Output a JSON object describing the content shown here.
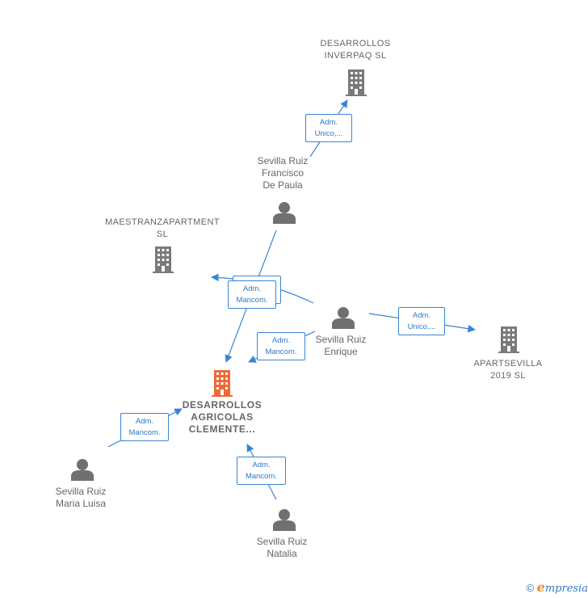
{
  "nodes": {
    "desarrollos_inverpaq": {
      "type": "company",
      "lines": [
        "DESARROLLOS",
        "INVERPAQ SL"
      ]
    },
    "maestranzapartment": {
      "type": "company",
      "lines": [
        "MAESTRANZAPARTMENT",
        "SL"
      ]
    },
    "apartsevilla": {
      "type": "company",
      "lines": [
        "APARTSEVILLA",
        "2019 SL"
      ]
    },
    "desarrollos_agricolas": {
      "type": "company-main",
      "lines": [
        "DESARROLLOS",
        "AGRICOLAS",
        "CLEMENTE..."
      ]
    },
    "francisco": {
      "type": "person",
      "lines": [
        "Sevilla Ruiz",
        "Francisco",
        "De Paula"
      ]
    },
    "enrique": {
      "type": "person",
      "lines": [
        "Sevilla Ruiz",
        "Enrique"
      ]
    },
    "maria_luisa": {
      "type": "person",
      "lines": [
        "Sevilla Ruiz",
        "Maria Luisa"
      ]
    },
    "natalia": {
      "type": "person",
      "lines": [
        "Sevilla Ruiz",
        "Natalia"
      ]
    }
  },
  "edges": {
    "francisco_inverpaq": {
      "lines": [
        "Adm.",
        "Unico,..."
      ]
    },
    "francisco_agricolas": {
      "lines": [
        "Adm.",
        "Mancom."
      ]
    },
    "enrique_maestranza": {
      "lines": [
        "Adm.",
        "Mancom."
      ]
    },
    "enrique_agricolas": {
      "lines": [
        "Adm.",
        "Mancom."
      ]
    },
    "enrique_apartsevilla": {
      "lines": [
        "Adm.",
        "Unico,..."
      ]
    },
    "maria_luisa_agricolas": {
      "lines": [
        "Adm.",
        "Mancom."
      ]
    },
    "natalia_agricolas": {
      "lines": [
        "Adm.",
        "Mancom."
      ]
    }
  },
  "footer": {
    "copyright": "©",
    "brand_e": "e",
    "brand_rest": "mpresia"
  },
  "colors": {
    "company_icon": "#7a7a7a",
    "main_company_icon": "#f06a36",
    "person_icon": "#707070",
    "edge": "#3a84d3",
    "label_text": "#666666"
  }
}
